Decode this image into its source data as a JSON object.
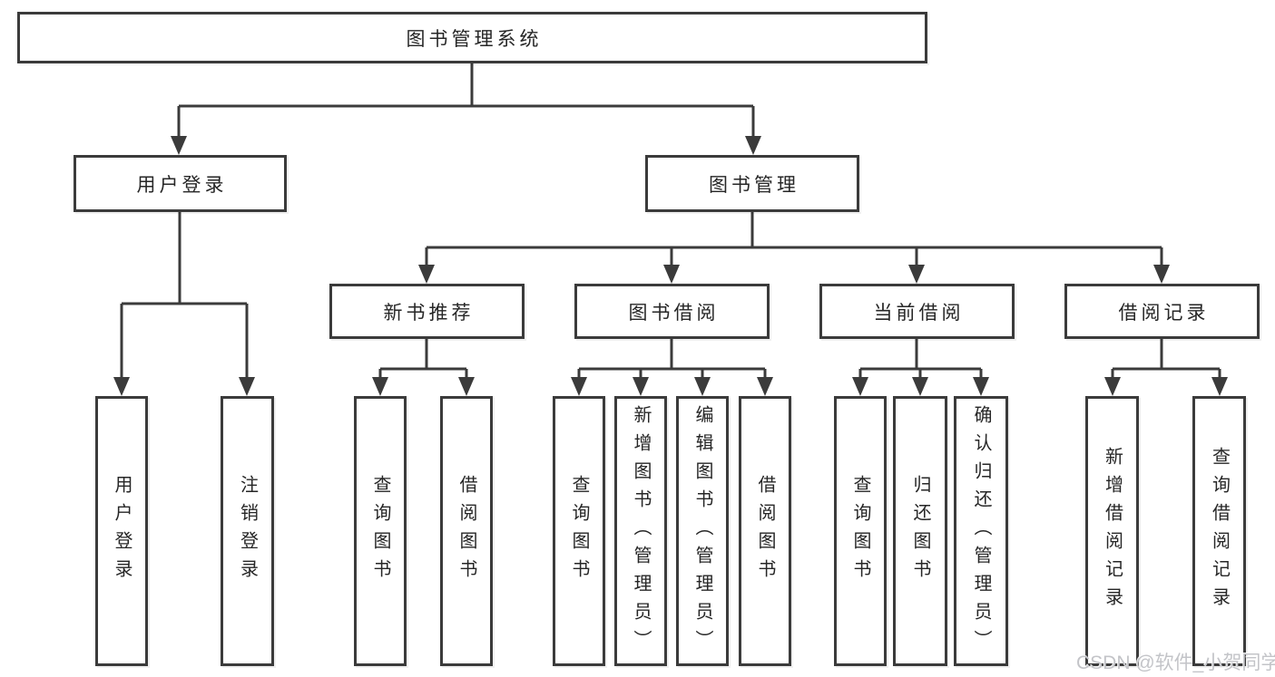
{
  "diagram": {
    "type": "hierarchy-tree",
    "nodes": {
      "root": "图书管理系统",
      "user_login": "用户登录",
      "book_mgmt": "图书管理",
      "new_book_rec": "新书推荐",
      "book_borrow": "图书借阅",
      "current_borrow": "当前借阅",
      "borrow_record": "借阅记录",
      "leaf_user_login": "用户登录",
      "leaf_logout": "注销登录",
      "leaf_query_book_1": "查询图书",
      "leaf_borrow_book_1": "借阅图书",
      "leaf_query_book_2": "查询图书",
      "leaf_add_book": "新增图书（管理员）",
      "leaf_edit_book": "编辑图书（管理员）",
      "leaf_borrow_book_2": "借阅图书",
      "leaf_query_book_3": "查询图书",
      "leaf_return_book": "归还图书",
      "leaf_confirm_return": "确认归还（管理员）",
      "leaf_add_record": "新增借阅记录",
      "leaf_query_record": "查询借阅记录"
    },
    "edges": [
      [
        "root",
        "user_login"
      ],
      [
        "root",
        "book_mgmt"
      ],
      [
        "user_login",
        "leaf_user_login"
      ],
      [
        "user_login",
        "leaf_logout"
      ],
      [
        "book_mgmt",
        "new_book_rec"
      ],
      [
        "book_mgmt",
        "book_borrow"
      ],
      [
        "book_mgmt",
        "current_borrow"
      ],
      [
        "book_mgmt",
        "borrow_record"
      ],
      [
        "new_book_rec",
        "leaf_query_book_1"
      ],
      [
        "new_book_rec",
        "leaf_borrow_book_1"
      ],
      [
        "book_borrow",
        "leaf_query_book_2"
      ],
      [
        "book_borrow",
        "leaf_add_book"
      ],
      [
        "book_borrow",
        "leaf_edit_book"
      ],
      [
        "book_borrow",
        "leaf_borrow_book_2"
      ],
      [
        "current_borrow",
        "leaf_query_book_3"
      ],
      [
        "current_borrow",
        "leaf_return_book"
      ],
      [
        "current_borrow",
        "leaf_confirm_return"
      ],
      [
        "borrow_record",
        "leaf_add_record"
      ],
      [
        "borrow_record",
        "leaf_query_record"
      ]
    ],
    "colors": {
      "line": "#3b3b3b",
      "box_border": "#3b3b3b",
      "box_fill": "#ffffff",
      "text": "#262626",
      "watermark": "#c3c4c8"
    }
  },
  "watermark": "CSDN @软件_小贺同学"
}
